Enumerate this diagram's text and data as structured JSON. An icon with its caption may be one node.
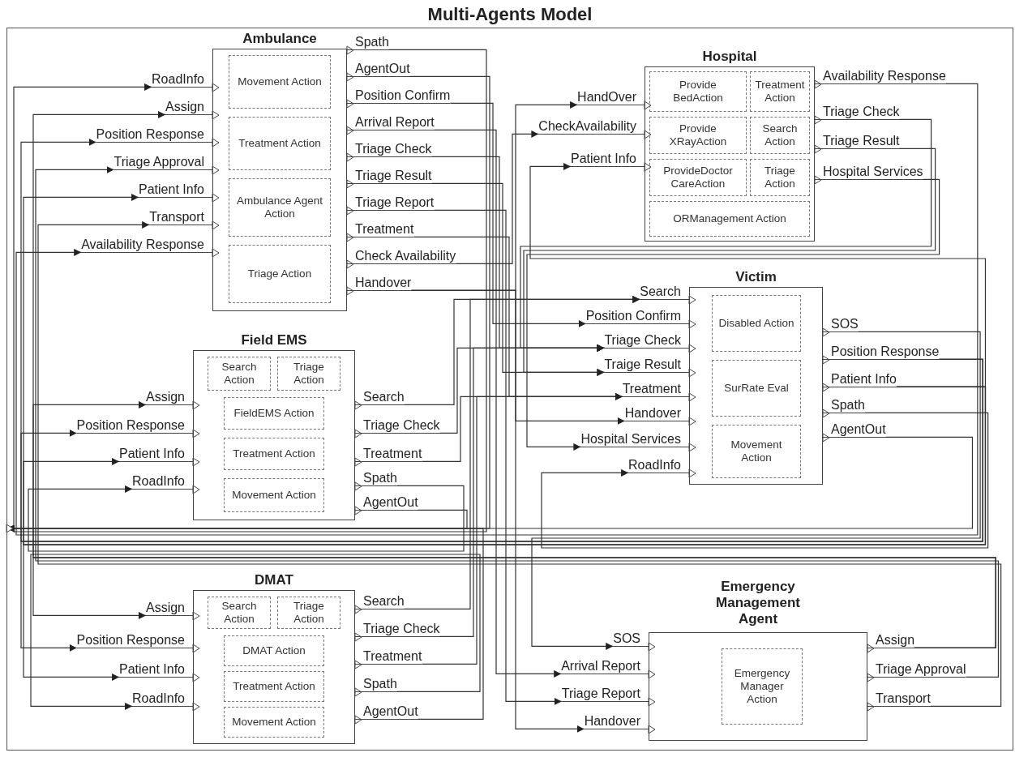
{
  "diagram": {
    "title": "Multi-Agents Model",
    "nodes": [
      {
        "text": [],
        "shape": "box"
      },
      {
        "text": [
          "Ambulance"
        ],
        "in": 0
      },
      {
        "text": [
          "Movement Action"
        ],
        "in": 1
      },
      {
        "text": [
          "Treatment Action"
        ],
        "in": 1
      },
      {
        "text": [
          "Ambulance Agent Action"
        ],
        "in": 1
      },
      {
        "text": [
          "Triage Action"
        ],
        "in": 1
      },
      {
        "text": [
          "RoadInfo"
        ],
        "in": 0
      },
      {
        "text": [
          "Assign"
        ],
        "in": 0
      },
      {
        "text": [
          "Position Response"
        ],
        "in": 0
      },
      {
        "text": [
          "Triage Approval"
        ],
        "in": 0
      },
      {
        "text": [
          "Patient Info"
        ],
        "in": 0
      },
      {
        "text": [
          "Transport"
        ],
        "in": 0
      },
      {
        "text": [
          "Availability Response"
        ],
        "in": 0
      },
      {
        "text": [
          "Spath"
        ],
        "in": 0
      },
      {
        "text": [
          "AgentOut"
        ],
        "in": 0
      },
      {
        "text": [
          "Position Confirm"
        ],
        "in": 0
      },
      {
        "text": [
          "Arrival Report"
        ],
        "in": 0
      },
      {
        "text": [
          "Triage Check"
        ],
        "in": 0
      },
      {
        "text": [
          "Triage Result"
        ],
        "in": 0
      },
      {
        "text": [
          "Triage Report"
        ],
        "in": 0
      },
      {
        "text": [
          "Treatment"
        ],
        "in": 0
      },
      {
        "text": [
          "Check Availability"
        ],
        "in": 0
      },
      {
        "text": [
          "Handover"
        ],
        "in": 0
      },
      {
        "text": [
          "Hospital"
        ],
        "in": 0
      },
      {
        "text": [
          "Provide BedAction"
        ],
        "in": 23
      },
      {
        "text": [
          "Treatment Action"
        ],
        "in": 23
      },
      {
        "text": [
          "Provide XRayAction"
        ],
        "in": 23
      },
      {
        "text": [
          "Search Action"
        ],
        "in": 23
      },
      {
        "text": [
          "ProvideDoctor CareAction"
        ],
        "in": 23
      },
      {
        "text": [
          "Triage Action"
        ],
        "in": 23
      },
      {
        "text": [
          "ORManagement Action"
        ],
        "in": 23
      },
      {
        "text": [
          "HandOver"
        ],
        "in": 0
      },
      {
        "text": [
          "CheckAvailability"
        ],
        "in": 0
      },
      {
        "text": [
          "Patient Info"
        ],
        "in": 0
      },
      {
        "text": [
          "Availability Response"
        ],
        "in": 0
      },
      {
        "text": [
          "Triage Check"
        ],
        "in": 0
      },
      {
        "text": [
          "Triage Result"
        ],
        "in": 0
      },
      {
        "text": [
          "Hospital Services"
        ],
        "in": 0
      },
      {
        "text": [
          "Victim"
        ],
        "in": 0
      },
      {
        "text": [
          "Disabled Action"
        ],
        "in": 38
      },
      {
        "text": [
          "SurRate Eval"
        ],
        "in": 38
      },
      {
        "text": [
          "Movement Action"
        ],
        "in": 38
      },
      {
        "text": [
          "Search"
        ],
        "in": 0
      },
      {
        "text": [
          "Position Confirm"
        ],
        "in": 0
      },
      {
        "text": [
          "Triage Check"
        ],
        "in": 0
      },
      {
        "text": [
          "Traige Result"
        ],
        "in": 0
      },
      {
        "text": [
          "Treatment"
        ],
        "in": 0
      },
      {
        "text": [
          "Handover"
        ],
        "in": 0
      },
      {
        "text": [
          "Hospital Services"
        ],
        "in": 0
      },
      {
        "text": [
          "RoadInfo"
        ],
        "in": 0
      },
      {
        "text": [
          "SOS"
        ],
        "in": 0
      },
      {
        "text": [
          "Position Response"
        ],
        "in": 0
      },
      {
        "text": [
          "Patient Info"
        ],
        "in": 0
      },
      {
        "text": [
          "Spath"
        ],
        "in": 0
      },
      {
        "text": [
          "AgentOut"
        ],
        "in": 0
      },
      {
        "text": [
          "Field EMS"
        ],
        "in": 0
      },
      {
        "text": [
          "Search Action"
        ],
        "in": 55
      },
      {
        "text": [
          "Triage Action"
        ],
        "in": 55
      },
      {
        "text": [
          "FieldEMS Action"
        ],
        "in": 55
      },
      {
        "text": [
          "Treatment Action"
        ],
        "in": 55
      },
      {
        "text": [
          "Movement Action"
        ],
        "in": 55
      },
      {
        "text": [
          "Assign"
        ],
        "in": 0
      },
      {
        "text": [
          "Position Response"
        ],
        "in": 0
      },
      {
        "text": [
          "Patient Info"
        ],
        "in": 0
      },
      {
        "text": [
          "RoadInfo"
        ],
        "in": 0
      },
      {
        "text": [
          "Search"
        ],
        "in": 0
      },
      {
        "text": [
          "Triage Check"
        ],
        "in": 0
      },
      {
        "text": [
          "Treatment"
        ],
        "in": 0
      },
      {
        "text": [
          "Spath"
        ],
        "in": 0
      },
      {
        "text": [
          "AgentOut"
        ],
        "in": 0
      },
      {
        "text": [
          "DMAT"
        ],
        "in": 0
      },
      {
        "text": [
          "Search Action"
        ],
        "in": 70
      },
      {
        "text": [
          "Triage Action"
        ],
        "in": 70
      },
      {
        "text": [
          "DMAT Action"
        ],
        "in": 70
      },
      {
        "text": [
          "Treatment Action"
        ],
        "in": 70
      },
      {
        "text": [
          "Movement Action"
        ],
        "in": 70
      },
      {
        "text": [
          "Assign"
        ],
        "in": 0
      },
      {
        "text": [
          "Position Response"
        ],
        "in": 0
      },
      {
        "text": [
          "Patient Info"
        ],
        "in": 0
      },
      {
        "text": [
          "RoadInfo"
        ],
        "in": 0
      },
      {
        "text": [
          "Search"
        ],
        "in": 0
      },
      {
        "text": [
          "Triage Check"
        ],
        "in": 0
      },
      {
        "text": [
          "Treatment"
        ],
        "in": 0
      },
      {
        "text": [
          "Spath"
        ],
        "in": 0
      },
      {
        "text": [
          "AgentOut"
        ],
        "in": 0
      },
      {
        "text": [
          "Emergency Management Agent"
        ],
        "in": 0
      },
      {
        "text": [
          "Emergency Manager Action"
        ],
        "in": 85
      },
      {
        "text": [
          "SOS"
        ],
        "in": 0
      },
      {
        "text": [
          "Arrival Report"
        ],
        "in": 0
      },
      {
        "text": [
          "Triage Report"
        ],
        "in": 0
      },
      {
        "text": [
          "Handover"
        ],
        "in": 0
      },
      {
        "text": [
          "Assign"
        ],
        "in": 0
      },
      {
        "text": [
          "Triage Approval"
        ],
        "in": 0
      },
      {
        "text": [
          "Transport"
        ],
        "in": 0
      }
    ],
    "edges": [
      {
        "from": 13,
        "to": 6,
        "arrow": "to"
      },
      {
        "from": 14,
        "to": null,
        "arrow": "to"
      },
      {
        "from": 15,
        "to": 43,
        "arrow": "to"
      },
      {
        "from": 16,
        "to": 88,
        "arrow": "to"
      },
      {
        "from": 17,
        "to": 44,
        "arrow": "to"
      },
      {
        "from": 18,
        "to": 45,
        "arrow": "to"
      },
      {
        "from": 19,
        "to": 89,
        "arrow": "to"
      },
      {
        "from": 20,
        "to": 46,
        "arrow": "to"
      },
      {
        "from": 21,
        "to": 32,
        "arrow": "to"
      },
      {
        "from": 22,
        "to": 31,
        "arrow": "to"
      },
      {
        "from": 22,
        "to": 47,
        "arrow": "to"
      },
      {
        "from": 22,
        "to": 90,
        "arrow": "to"
      },
      {
        "from": 34,
        "to": 12,
        "arrow": "to"
      },
      {
        "from": 35,
        "to": 44,
        "arrow": "to"
      },
      {
        "from": 36,
        "to": 45,
        "arrow": "to"
      },
      {
        "from": 37,
        "to": 48,
        "arrow": "to"
      },
      {
        "from": 50,
        "to": 87,
        "arrow": "to"
      },
      {
        "from": 51,
        "to": 8,
        "arrow": "to"
      },
      {
        "from": 51,
        "to": 62,
        "arrow": "to"
      },
      {
        "from": 51,
        "to": 77,
        "arrow": "to"
      },
      {
        "from": 52,
        "to": 10,
        "arrow": "to"
      },
      {
        "from": 52,
        "to": 33,
        "arrow": "to"
      },
      {
        "from": 52,
        "to": 63,
        "arrow": "to"
      },
      {
        "from": 52,
        "to": 78,
        "arrow": "to"
      },
      {
        "from": 53,
        "to": 49,
        "arrow": "to"
      },
      {
        "from": 54,
        "to": null,
        "arrow": "to"
      },
      {
        "from": 65,
        "to": 42,
        "arrow": "to"
      },
      {
        "from": 66,
        "to": 44,
        "arrow": "to"
      },
      {
        "from": 67,
        "to": 46,
        "arrow": "to"
      },
      {
        "from": 68,
        "to": 64,
        "arrow": "to"
      },
      {
        "from": 69,
        "to": null,
        "arrow": "to"
      },
      {
        "from": 80,
        "to": 42,
        "arrow": "to"
      },
      {
        "from": 81,
        "to": 44,
        "arrow": "to"
      },
      {
        "from": 82,
        "to": 46,
        "arrow": "to"
      },
      {
        "from": 83,
        "to": 79,
        "arrow": "to"
      },
      {
        "from": 84,
        "to": null,
        "arrow": "to"
      },
      {
        "from": 91,
        "to": 7,
        "arrow": "to"
      },
      {
        "from": 91,
        "to": 61,
        "arrow": "to"
      },
      {
        "from": 91,
        "to": 76,
        "arrow": "to"
      },
      {
        "from": 92,
        "to": 9,
        "arrow": "to"
      },
      {
        "from": 93,
        "to": 11,
        "arrow": "to"
      }
    ]
  }
}
